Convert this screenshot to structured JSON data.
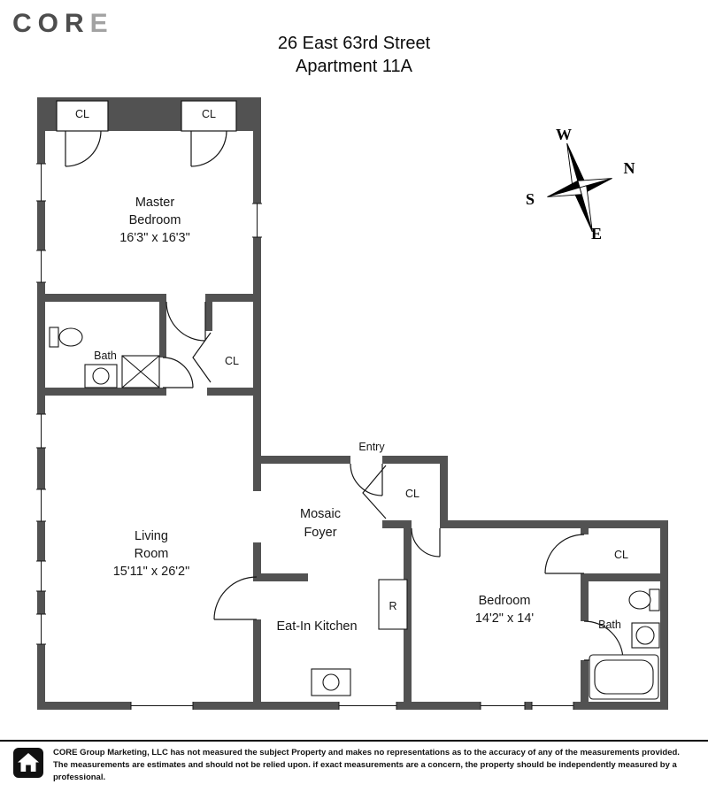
{
  "header": {
    "logo_main": "COR",
    "logo_accent": "E",
    "title_line1": "26 East 63rd Street",
    "title_line2": "Apartment 11A"
  },
  "compass": {
    "w": "W",
    "n": "N",
    "s": "S",
    "e": "E"
  },
  "floorplan": {
    "master_bedroom": {
      "line1": "Master",
      "line2": "Bedroom",
      "dims": "16'3\" x 16'3\""
    },
    "living_room": {
      "line1": "Living",
      "line2": "Room",
      "dims": "15'11\" x 26'2\""
    },
    "bedroom": {
      "line1": "Bedroom",
      "dims": "14'2\" x 14'"
    },
    "foyer": {
      "line1": "Mosaic",
      "line2": "Foyer"
    },
    "kitchen": {
      "label": "Eat-In Kitchen"
    },
    "entry_label": "Entry",
    "bath_master": "Bath",
    "bath_second": "Bath",
    "cl_master_left": "CL",
    "cl_master_right": "CL",
    "cl_hall": "CL",
    "cl_foyer": "CL",
    "cl_bedroom": "CL",
    "fridge_label": "R"
  },
  "icons": {
    "compass": "compass-rose-icon",
    "footer_logo": "house-icon"
  },
  "colors": {
    "wall": "#525252",
    "logo_dark": "#4d4d4d",
    "logo_gray": "#a2a2a2"
  },
  "footer": {
    "disclaimer": "CORE Group Marketing, LLC has not measured the subject Property and makes no representations as to the accuracy of any of the measurements provided. The measurements are estimates and should not be relied upon. if exact measurements are a concern, the property should be independently measured by a professional."
  }
}
